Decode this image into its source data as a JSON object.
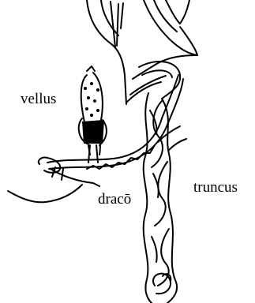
{
  "labels": {
    "vellus": "vellus",
    "draco": "dracō",
    "truncus": "truncus"
  },
  "colors": {
    "ink": "#000000",
    "paper": "#ffffff"
  },
  "figure": {
    "parts": [
      "tree-branches",
      "twisted-trunk",
      "dragon-serpent",
      "fleece"
    ]
  }
}
